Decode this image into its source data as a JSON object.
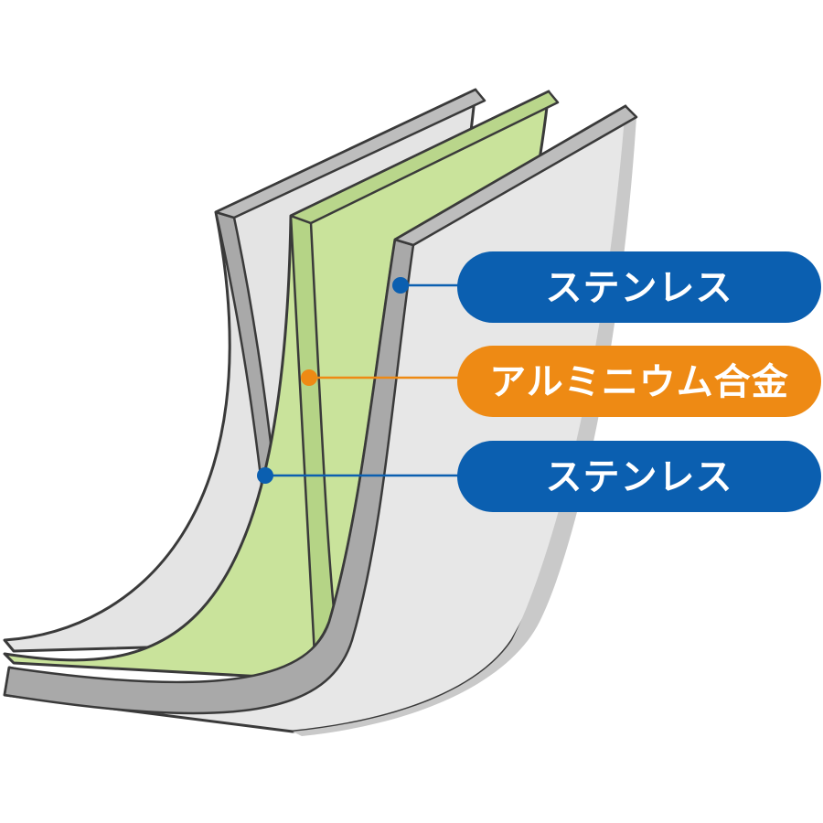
{
  "colors": {
    "stainless_fill": "#e6e6e6",
    "stainless_edge": "#a8a8a8",
    "aluminum_fill": "#c8e29a",
    "outline": "#404040",
    "stainless_label_bg": "#0b5fb0",
    "aluminum_label_bg": "#ee8a14",
    "leader_stainless": "#0b5fb0",
    "leader_aluminum": "#ee8a14",
    "label_text": "#ffffff"
  },
  "layers": [
    {
      "material": "stainless",
      "position": "outer"
    },
    {
      "material": "aluminum",
      "position": "core"
    },
    {
      "material": "stainless",
      "position": "inner"
    }
  ],
  "labels": {
    "top": "ステンレス",
    "middle": "アルミニウム合金",
    "bottom": "ステンレス"
  }
}
